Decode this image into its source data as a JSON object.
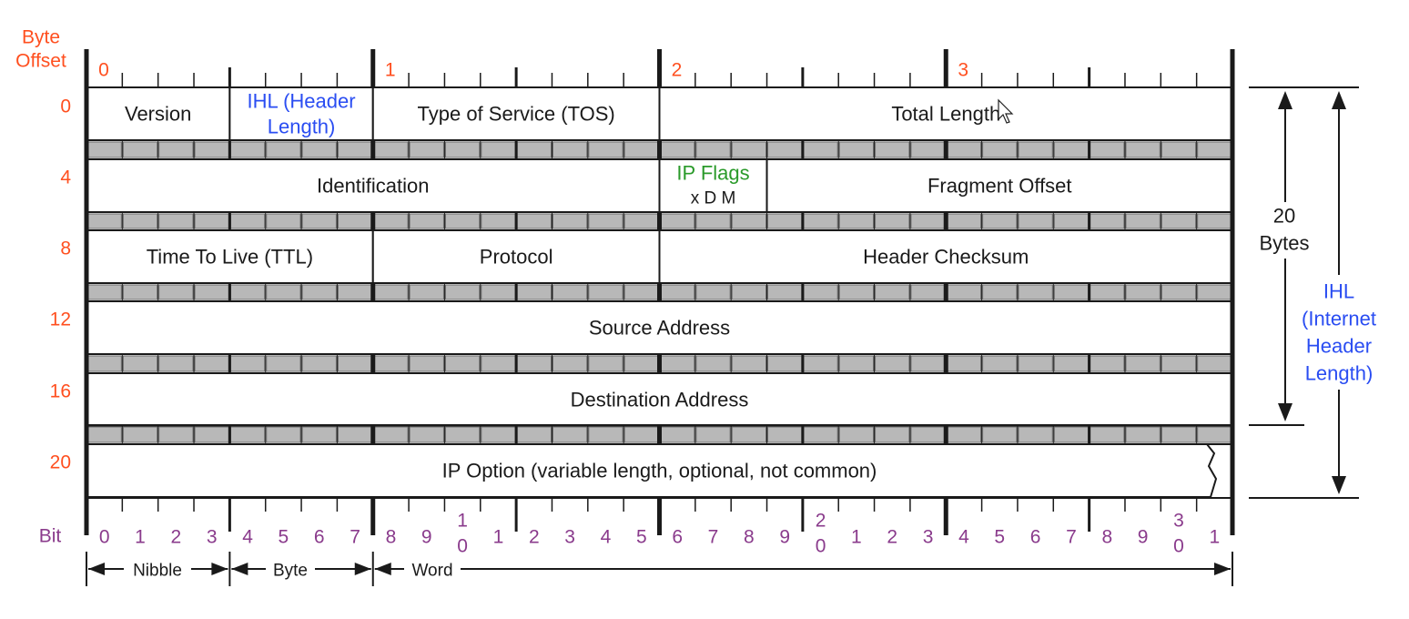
{
  "byte_offset_label": [
    "Byte",
    "Offset"
  ],
  "byte_offsets": [
    "0",
    "4",
    "8",
    "12",
    "16",
    "20"
  ],
  "byte_numbers": [
    "0",
    "1",
    "2",
    "3"
  ],
  "bit_label": "Bit",
  "bit_numbers": [
    "0",
    "1",
    "2",
    "3",
    "4",
    "5",
    "6",
    "7",
    "8",
    "9",
    "1|0",
    "1",
    "2",
    "3",
    "4",
    "5",
    "6",
    "7",
    "8",
    "9",
    "2|0",
    "1",
    "2",
    "3",
    "4",
    "5",
    "6",
    "7",
    "8",
    "9",
    "3|0",
    "1"
  ],
  "rows": [
    [
      {
        "label": "Version",
        "start": 0,
        "span": 4
      },
      {
        "label": "IHL (Header|Length)",
        "start": 4,
        "span": 4,
        "color": "blue"
      },
      {
        "label": "Type of Service (TOS)",
        "start": 8,
        "span": 8
      },
      {
        "label": "Total Length",
        "start": 16,
        "span": 16
      }
    ],
    [
      {
        "label": "Identification",
        "start": 0,
        "span": 16
      },
      {
        "label": "IP Flags",
        "sub": "x   D   M",
        "start": 16,
        "span": 3,
        "color": "green"
      },
      {
        "label": "Fragment Offset",
        "start": 19,
        "span": 13
      }
    ],
    [
      {
        "label": "Time To Live (TTL)",
        "start": 0,
        "span": 8
      },
      {
        "label": "Protocol",
        "start": 8,
        "span": 8
      },
      {
        "label": "Header Checksum",
        "start": 16,
        "span": 16
      }
    ],
    [
      {
        "label": "Source Address",
        "start": 0,
        "span": 32
      }
    ],
    [
      {
        "label": "Destination Address",
        "start": 0,
        "span": 32
      }
    ],
    [
      {
        "label": "IP Option (variable length, optional, not common)",
        "start": 0,
        "span": 32,
        "torn": true
      }
    ]
  ],
  "scale_labels": {
    "nibble": "Nibble",
    "byte": "Byte",
    "word": "Word"
  },
  "right_labels": {
    "twenty_bytes": [
      "20",
      "Bytes"
    ],
    "ihl": [
      "IHL",
      "(Internet",
      "Header",
      "Length)"
    ]
  },
  "colors": {
    "offset": "#ff4f1f",
    "bit": "#8a3b8c",
    "blue": "#2a4df2",
    "green": "#2a9a2a",
    "line": "#1a1a1a",
    "cell_grey": "#b8b8b8"
  }
}
